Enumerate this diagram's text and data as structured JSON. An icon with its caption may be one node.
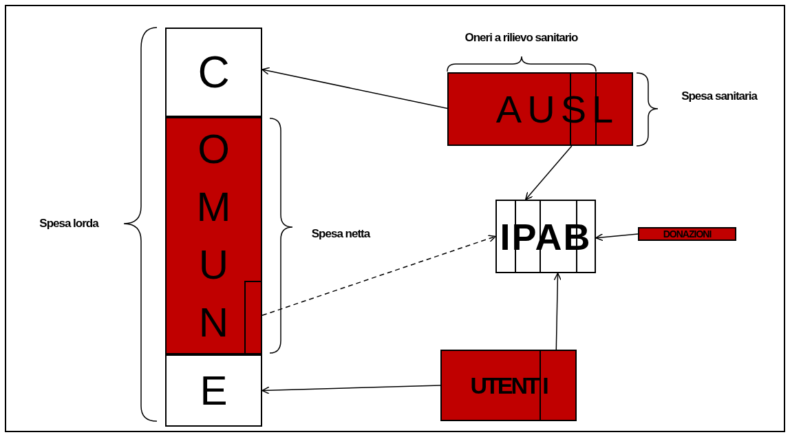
{
  "diagram": {
    "nodes": [
      {
        "text": [
          "C"
        ]
      },
      {
        "text": [
          "OMUN"
        ]
      },
      {
        "text": [],
        "shape": "box",
        "in": 1
      },
      {
        "text": [
          "E"
        ]
      },
      {
        "text": [
          "AUSL"
        ]
      },
      {
        "text": [
          "IPAB"
        ]
      },
      {
        "text": [
          "DONAZIONI"
        ]
      },
      {
        "text": [
          "UTENT I"
        ]
      }
    ],
    "edges": [
      {
        "from": 4,
        "to": 0,
        "arrow": "to"
      },
      {
        "from": 4,
        "to": 5,
        "arrow": "to"
      },
      {
        "from": 2,
        "to": 5,
        "arrow": "to",
        "style": "dashed"
      },
      {
        "from": 6,
        "to": 5,
        "arrow": "to"
      },
      {
        "from": 7,
        "to": 5,
        "arrow": "to"
      },
      {
        "from": 7,
        "to": 3,
        "arrow": "to"
      }
    ],
    "labels": [
      "Oneri a rilievo sanitario",
      "Spesa sanitaria",
      "Spesa lorda",
      "Spesa netta"
    ]
  }
}
